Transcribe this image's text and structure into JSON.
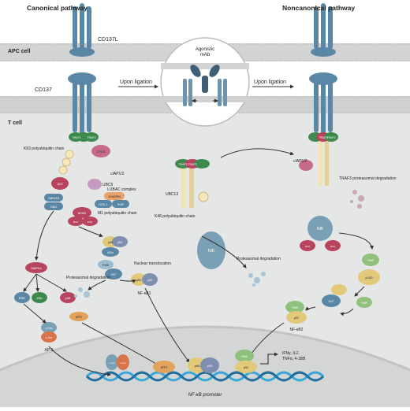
{
  "headings": {
    "canonical": "Canonical pathway",
    "noncanonical": "Noncanonical pathway"
  },
  "membrane": {
    "apc_cell": "APC cell",
    "t_cell": "T cell",
    "cd137l": "CD137L",
    "cd137": "CD137",
    "upon_ligation_left": "Upon ligation",
    "upon_ligation_right": "Upon ligation",
    "agonistic": "Agonistic",
    "mab": "mAb"
  },
  "canonical": {
    "k63_chain": "K63 polyubiquitin chain",
    "ciap": "cIAP1/2",
    "ubc5": "UBC5",
    "lubac": "LUBAC complex",
    "m1_chain": "M1 polyubiquitin chain",
    "proteasomal_degradation": "Proteasomal degradation",
    "nuclear_translocation": "Nuclear translocation",
    "nfkb1": "NF-κB1",
    "ap1": "AP-1",
    "proteins": {
      "traf1": "TRAF1",
      "traf2": "TRAF2",
      "cyld": "CYLD",
      "a20": "A20",
      "tab": "TAB1/2/3",
      "tak1": "TAK1",
      "sharpin": "SHARPIN",
      "hoil": "HOIL-1",
      "hoip": "HOIP",
      "nemo": "NEMO",
      "ikka": "IKKα",
      "ikkb": "IKKβ",
      "p65": "p65",
      "p50": "p50",
      "ikba": "IKBα",
      "p105": "P105",
      "scf": "SCF",
      "mapk": "MAPKs",
      "erk": "ERK",
      "jnk": "JNK",
      "p38": "p38",
      "cfos": "c-Fos",
      "cjun": "c-Jun",
      "atf2": "ATF2"
    }
  },
  "noncanonical": {
    "ubc13": "UBC13",
    "k48_chain": "K48 polyubiquitin chain",
    "ciap": "cIAP1/2",
    "traf3_degradation": "TRAF3 proteasomal degradation",
    "proteasomal_degradation": "Proteasomal degradation",
    "nfkb2": "NF-κB2",
    "proteins": {
      "traf2": "TRAF2",
      "traf3": "TRAF3",
      "nik": "NIK",
      "ikka": "IKKα",
      "relb": "RelB",
      "p100": "p100",
      "scf": "SCF",
      "p52": "p52"
    }
  },
  "nucleus": {
    "promoter": "NF-κB promoter",
    "targets": "IFNγ, IL2,\nTNFα, 4-1BB",
    "proteins": {
      "cjun": "c-Jun",
      "cfos": "c-Fos",
      "atf2": "ATF2",
      "p65": "p65",
      "p50": "p50",
      "relb": "RelB",
      "p52": "p52"
    }
  },
  "colors": {
    "receptor": "#5b87a6",
    "receptor_light": "#a9c4d6",
    "traf": "#3e8a4c",
    "ubiquitin": "#f5e6bb",
    "ikk": "#b84460",
    "p65": "#e2c97a",
    "p50": "#7f8fb0",
    "relb": "#8fc07c",
    "nik": "#7aa0b6",
    "cell": "#e7e8e8",
    "nucleus": "#d6d7d7",
    "dna": "#3aa8d8"
  }
}
